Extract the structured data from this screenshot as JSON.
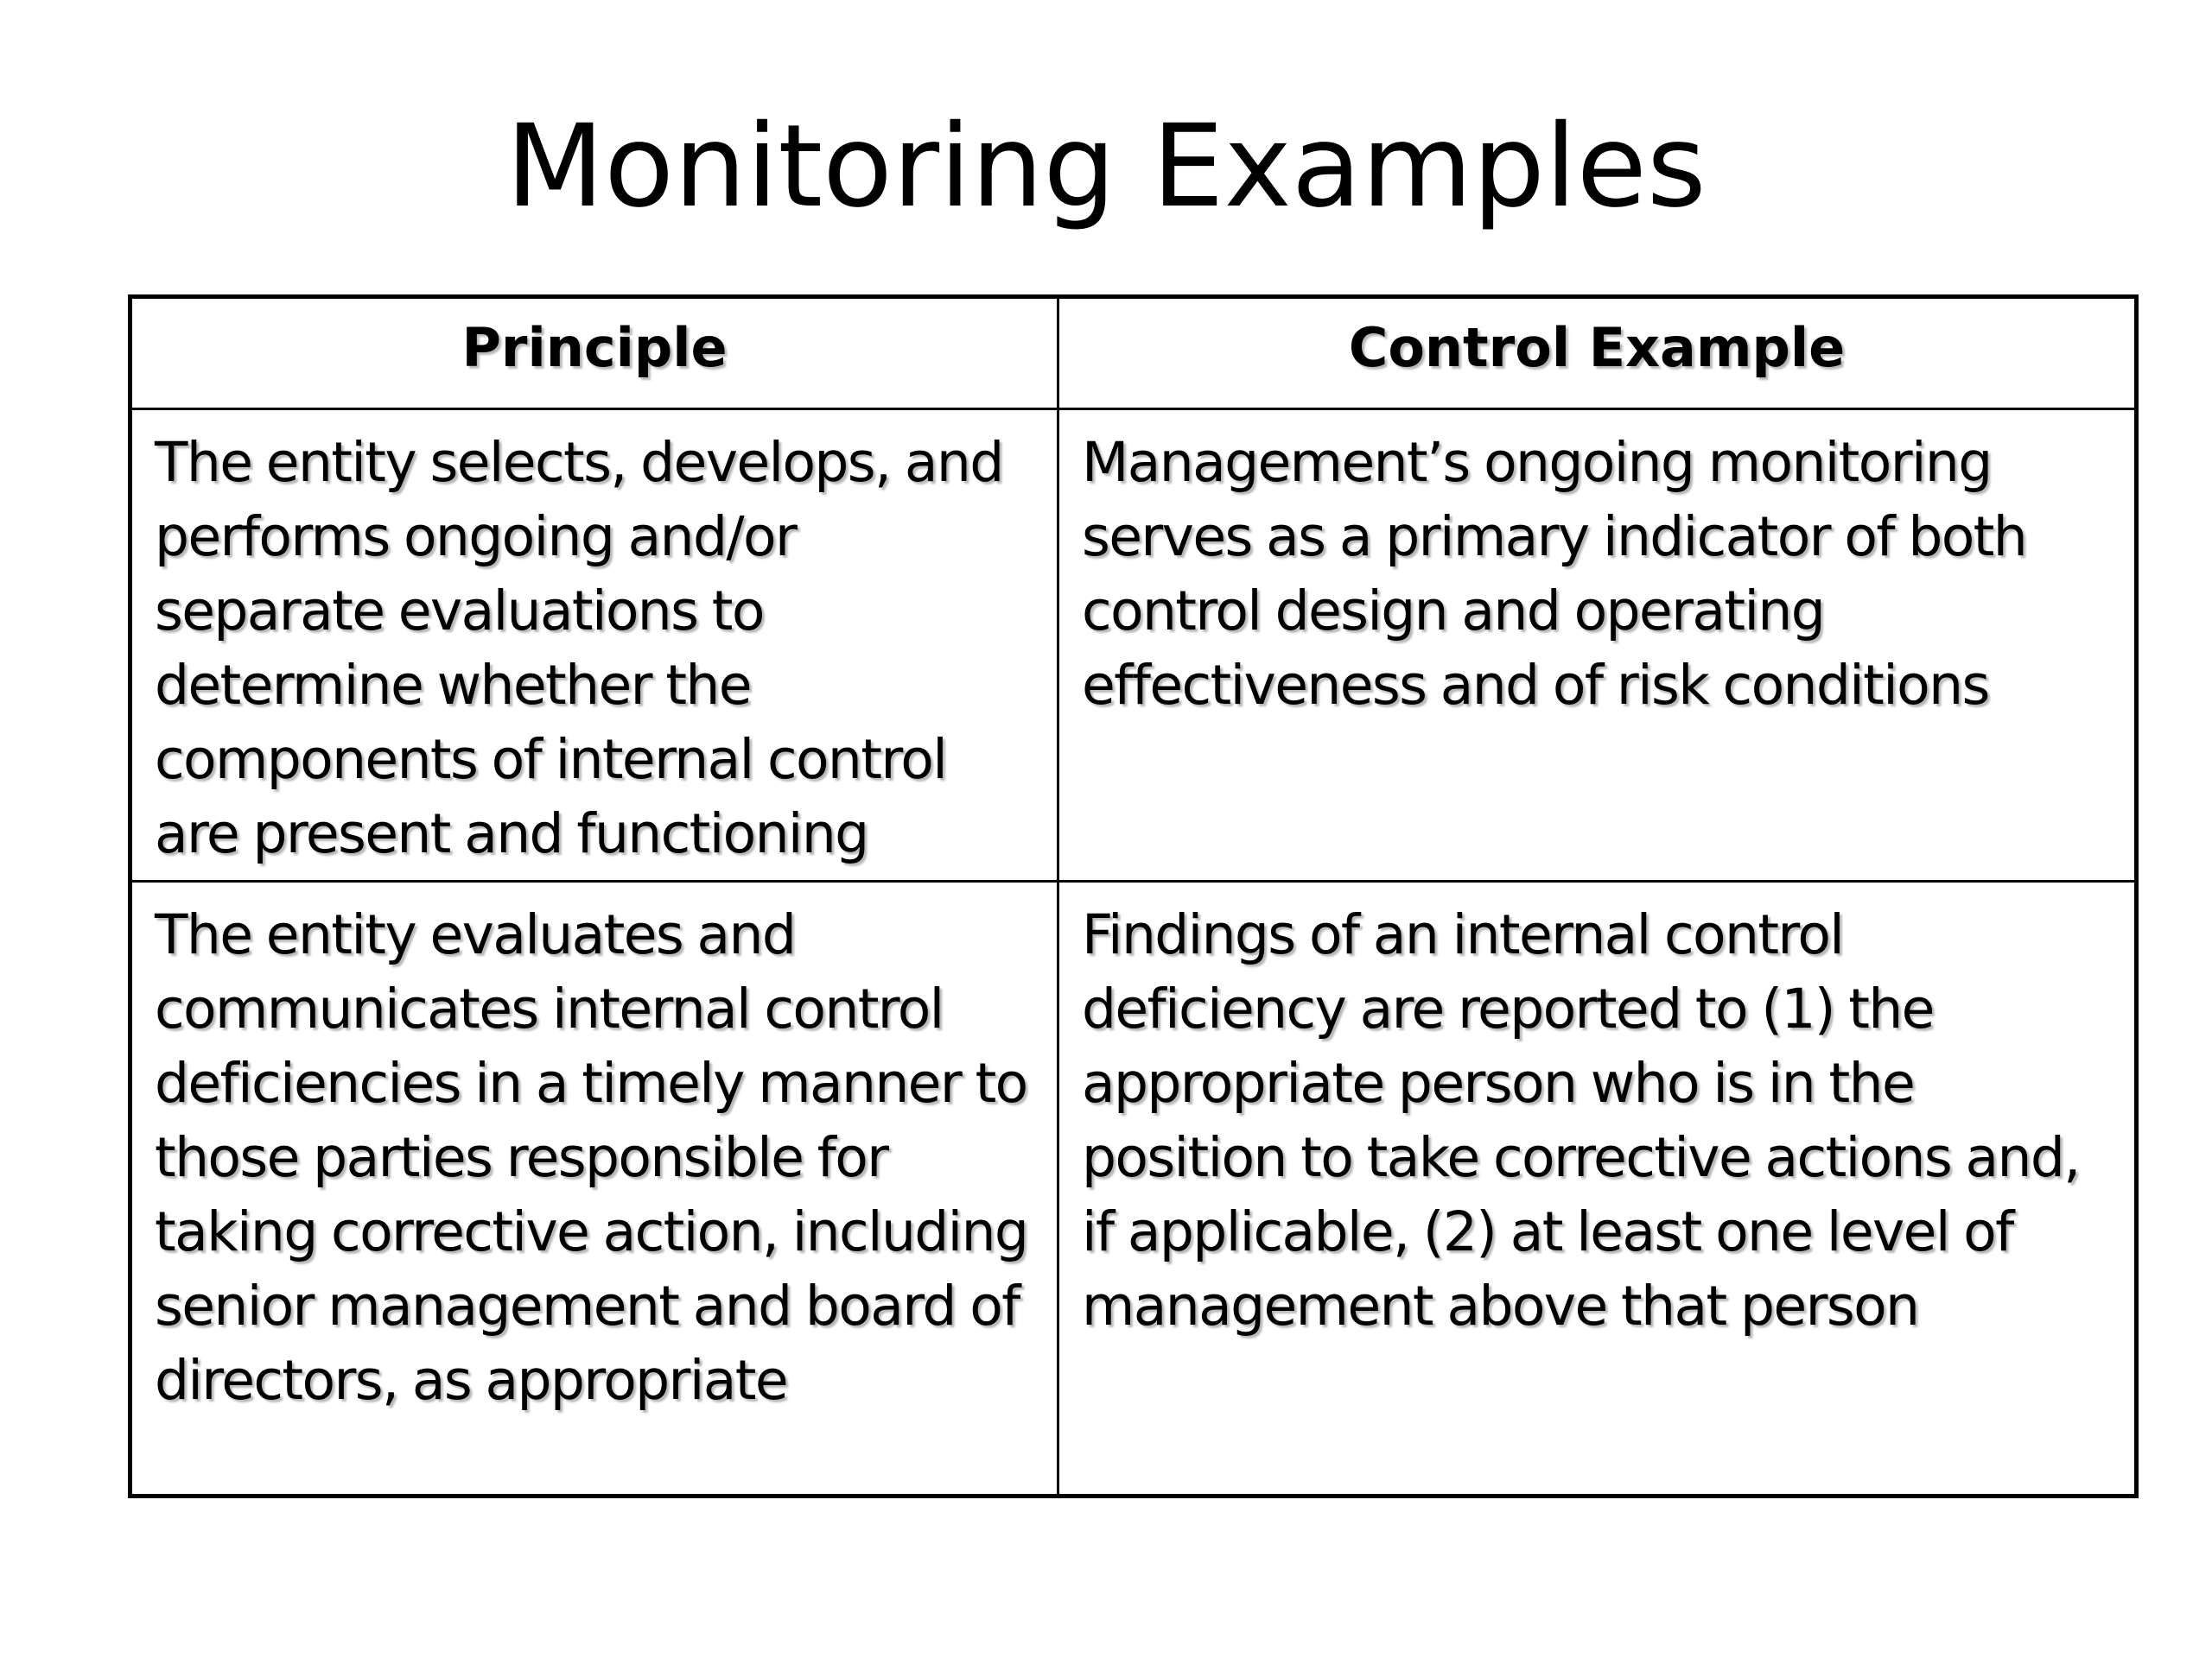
{
  "slide": {
    "title": "Monitoring Examples"
  },
  "table": {
    "headers": [
      "Principle",
      "Control Example"
    ],
    "rows": [
      {
        "principle": "The entity selects, develops, and performs ongoing and/or separate evaluations to determine whether the components of internal control are present and functioning",
        "control_example": "Management’s ongoing monitoring serves as a primary indicator of both control design and operating effectiveness and of risk conditions"
      },
      {
        "principle": "The entity evaluates and communicates internal control deficiencies in a timely manner to those parties responsible for taking corrective action, including senior management and board of directors, as appropriate",
        "control_example": "Findings of an internal control deficiency are reported to (1) the appropriate person who is in the position to take corrective actions and, if applicable, (2) at least one level of management above that person"
      }
    ]
  }
}
